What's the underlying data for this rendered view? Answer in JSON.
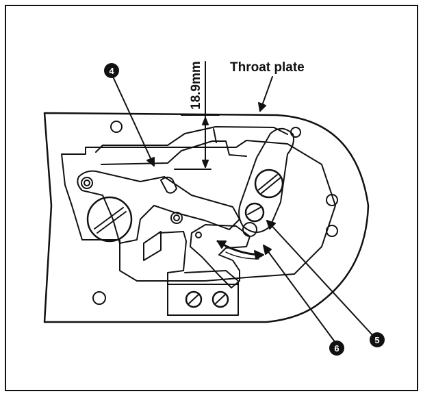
{
  "labels": {
    "throat_plate": "Throat plate",
    "dimension": "18.9mm",
    "callout_4": "4",
    "callout_5": "5",
    "callout_6": "6"
  },
  "colors": {
    "line": "#111111",
    "background": "#ffffff",
    "callout_fill": "#111111"
  }
}
